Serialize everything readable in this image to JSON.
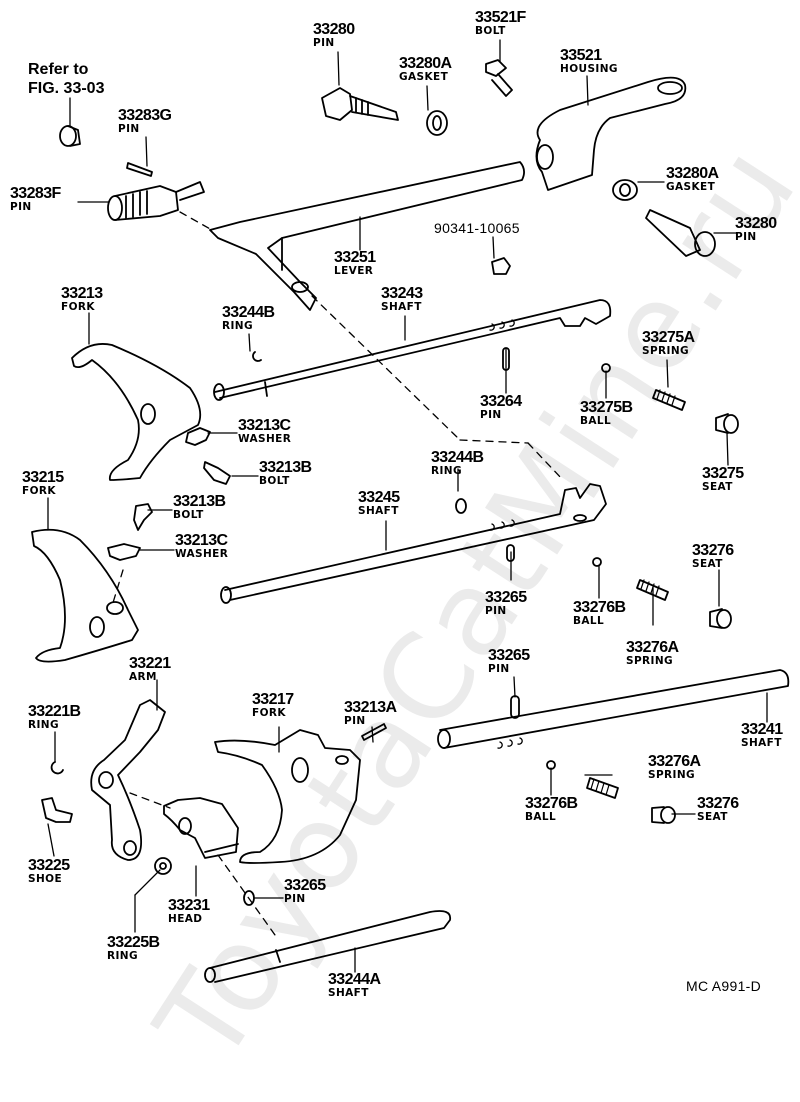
{
  "diagram": {
    "title": "Transmission shift fork & shaft assembly parts diagram",
    "figure_code": "MC A991-D",
    "watermark": "ToyotaCatMine.ru",
    "reference_note": {
      "line1": "Refer to",
      "line2": "FIG. 33-03"
    },
    "parts": [
      {
        "id": "p1",
        "number": "33280",
        "name": "PIN"
      },
      {
        "id": "p2",
        "number": "33521F",
        "name": "BOLT"
      },
      {
        "id": "p3",
        "number": "33280A",
        "name": "GASKET"
      },
      {
        "id": "p4",
        "number": "33521",
        "name": "HOUSING"
      },
      {
        "id": "p5",
        "number": "33283G",
        "name": "PIN"
      },
      {
        "id": "p6",
        "number": "33283F",
        "name": "PIN"
      },
      {
        "id": "p7",
        "number": "33280A",
        "name": "GASKET"
      },
      {
        "id": "p8",
        "number": "33280",
        "name": "PIN"
      },
      {
        "id": "p9",
        "number": "90341-10065",
        "name": ""
      },
      {
        "id": "p10",
        "number": "33251",
        "name": "LEVER"
      },
      {
        "id": "p11",
        "number": "33213",
        "name": "FORK"
      },
      {
        "id": "p12",
        "number": "33244B",
        "name": "RING"
      },
      {
        "id": "p13",
        "number": "33243",
        "name": "SHAFT"
      },
      {
        "id": "p14",
        "number": "33275A",
        "name": "SPRING"
      },
      {
        "id": "p15",
        "number": "33264",
        "name": "PIN"
      },
      {
        "id": "p16",
        "number": "33275B",
        "name": "BALL"
      },
      {
        "id": "p17",
        "number": "33213C",
        "name": "WASHER"
      },
      {
        "id": "p18",
        "number": "33213B",
        "name": "BOLT"
      },
      {
        "id": "p19",
        "number": "33275",
        "name": "SEAT"
      },
      {
        "id": "p20",
        "number": "33215",
        "name": "FORK"
      },
      {
        "id": "p21",
        "number": "33244B",
        "name": "RING"
      },
      {
        "id": "p22",
        "number": "33213B",
        "name": "BOLT"
      },
      {
        "id": "p23",
        "number": "33245",
        "name": "SHAFT"
      },
      {
        "id": "p24",
        "number": "33213C",
        "name": "WASHER"
      },
      {
        "id": "p25",
        "number": "33276",
        "name": "SEAT"
      },
      {
        "id": "p26",
        "number": "33265",
        "name": "PIN"
      },
      {
        "id": "p27",
        "number": "33276B",
        "name": "BALL"
      },
      {
        "id": "p28",
        "number": "33276A",
        "name": "SPRING"
      },
      {
        "id": "p29",
        "number": "33221",
        "name": "ARM"
      },
      {
        "id": "p30",
        "number": "33265",
        "name": "PIN"
      },
      {
        "id": "p31",
        "number": "33221B",
        "name": "RING"
      },
      {
        "id": "p32",
        "number": "33217",
        "name": "FORK"
      },
      {
        "id": "p33",
        "number": "33213A",
        "name": "PIN"
      },
      {
        "id": "p34",
        "number": "33241",
        "name": "SHAFT"
      },
      {
        "id": "p35",
        "number": "33276A",
        "name": "SPRING"
      },
      {
        "id": "p36",
        "number": "33225",
        "name": "SHOE"
      },
      {
        "id": "p37",
        "number": "33276B",
        "name": "BALL"
      },
      {
        "id": "p38",
        "number": "33276",
        "name": "SEAT"
      },
      {
        "id": "p39",
        "number": "33265",
        "name": "PIN"
      },
      {
        "id": "p40",
        "number": "33231",
        "name": "HEAD"
      },
      {
        "id": "p41",
        "number": "33225B",
        "name": "RING"
      },
      {
        "id": "p42",
        "number": "33244A",
        "name": "SHAFT"
      }
    ]
  }
}
